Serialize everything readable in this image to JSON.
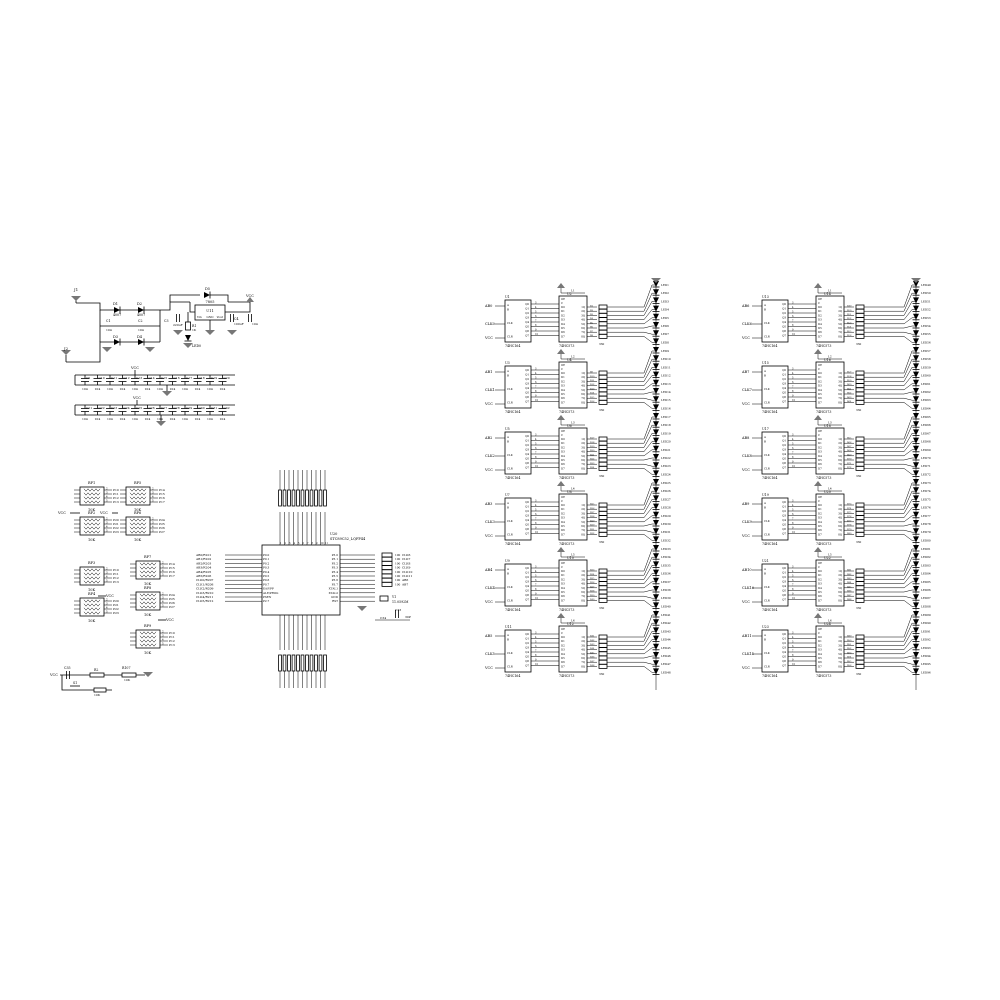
{
  "power": {
    "connectors": [
      "J1",
      "J2"
    ],
    "diodes": [
      "D1",
      "D2",
      "D3",
      "D4",
      "D5"
    ],
    "part_4007": "4007",
    "regulator": {
      "ref": "U11",
      "part": "7805"
    },
    "reg_pins": [
      "Vin",
      "GND",
      "Vout"
    ],
    "caps": [
      "C1",
      "C2",
      "C3",
      "C4",
      "C5",
      "C6",
      "C7",
      "C8"
    ],
    "cap_values": [
      "100uF",
      "104",
      "220uF",
      "104"
    ],
    "resistor": {
      "ref": "R1",
      "value": "1K"
    },
    "led": "LED0",
    "vcc": "VCC"
  },
  "decoupling": {
    "row1": [
      "C9",
      "C10",
      "C11",
      "C12",
      "C13",
      "C14",
      "C15",
      "C16",
      "C17",
      "C18",
      "C19",
      "C20"
    ],
    "row2": [
      "C21",
      "C22",
      "C23",
      "C24",
      "C25",
      "C26",
      "C27",
      "C28",
      "C29",
      "C30",
      "C31",
      "C32"
    ],
    "value": "104",
    "vcc": "VCC"
  },
  "resnets": {
    "refs": [
      "RP1",
      "RP2",
      "RP3",
      "RP4",
      "RP5",
      "RP6",
      "RP7",
      "RP8",
      "RP9",
      "RP10"
    ],
    "value": "10K",
    "pins": [
      "1",
      "2",
      "3",
      "4",
      "5",
      "6",
      "7",
      "8",
      "9"
    ],
    "vcc": "VCC",
    "nets": [
      "P10",
      "P11",
      "P12",
      "P13",
      "P14",
      "P15",
      "P16",
      "P17",
      "P20",
      "P21",
      "P22",
      "P23",
      "P24",
      "P25",
      "P26",
      "P27"
    ]
  },
  "reset": {
    "cap": "C35",
    "res1": "R2",
    "res2": "R107",
    "value": "10K",
    "switch": "S1",
    "vcc": "VCC"
  },
  "mcu": {
    "ref": "U20",
    "part": "STC89C52_LQFP44",
    "left_pins": [
      "P0.0",
      "P0.1",
      "P0.2",
      "P0.3",
      "P0.4",
      "P0.5",
      "P0.6",
      "P0.7",
      "EA/VPP",
      "ALE/PROG",
      "PSEN",
      "P2.7"
    ],
    "right_pins": [
      "P3.0",
      "P3.1",
      "P3.2",
      "P3.3",
      "P3.4",
      "P3.5",
      "P3.6",
      "P3.7",
      "XTAL1",
      "XTAL2",
      "GND",
      "RST"
    ],
    "left_nets": [
      "AB0/R201",
      "AB1/R202",
      "AB2/R203",
      "AB3/R204",
      "AB4/R205",
      "AB5/R206",
      "CLK0/R207",
      "CLK1/R208",
      "CLK2/R209",
      "CLK3/R210",
      "CLK4/R211",
      "CLK5/R212"
    ],
    "right_nets": [
      "CLK6",
      "CLK7",
      "CLK8",
      "CLK9",
      "CLK10",
      "CLK11",
      "AB6",
      "AB7"
    ],
    "crystal": {
      "ref": "Y1",
      "freq": "11.0592M"
    },
    "xtal_caps": [
      "C33",
      "C34"
    ],
    "xtal_cap_value": "30P",
    "series_res": "100"
  },
  "drivers": {
    "left_column": [
      {
        "ab": "AB0",
        "clk": "CLK0",
        "ic": "U1",
        "latch": "U2",
        "leds_from": 1
      },
      {
        "ab": "AB1",
        "clk": "CLK1",
        "ic": "U3",
        "latch": "U4",
        "leds_from": 9
      },
      {
        "ab": "AB2",
        "clk": "CLK2",
        "ic": "U5",
        "latch": "U6",
        "leds_from": 17
      },
      {
        "ab": "AB3",
        "clk": "CLK3",
        "ic": "U7",
        "latch": "U8",
        "leds_from": 25
      },
      {
        "ab": "AB4",
        "clk": "CLK4",
        "ic": "U9",
        "latch": "U10",
        "leds_from": 33
      },
      {
        "ab": "AB5",
        "clk": "CLK5",
        "ic": "U11",
        "latch": "U12",
        "leds_from": 41
      }
    ],
    "right_column": [
      {
        "ab": "AB6",
        "clk": "CLK6",
        "ic": "U13",
        "latch": "U14",
        "leds_from": 49
      },
      {
        "ab": "AB7",
        "clk": "CLK7",
        "ic": "U15",
        "latch": "U16",
        "leds_from": 57
      },
      {
        "ab": "AB8",
        "clk": "CLK8",
        "ic": "U17",
        "latch": "U18",
        "leds_from": 65
      },
      {
        "ab": "AB9",
        "clk": "CLK9",
        "ic": "U19",
        "latch": "U20",
        "leds_from": 73
      },
      {
        "ab": "AB10",
        "clk": "CLK10",
        "ic": "U21",
        "latch": "U22",
        "leds_from": 81
      },
      {
        "ab": "AB11",
        "clk": "CLK11",
        "ic": "U23",
        "latch": "U24",
        "leds_from": 89
      }
    ],
    "shift_part": "74HC164",
    "latch_part": "74HC573",
    "shift_pins_left": [
      "A",
      "B",
      "",
      "",
      "CLK",
      "",
      "",
      "CLR"
    ],
    "shift_pins_right": [
      "Q0",
      "Q1",
      "Q2",
      "Q3",
      "Q4",
      "Q5",
      "Q6",
      "Q7"
    ],
    "latch_pins_left": [
      "D0",
      "D1",
      "D2",
      "D3",
      "D4",
      "D5",
      "D6",
      "D7"
    ],
    "latch_pins_right": [
      "1Q",
      "2Q",
      "3Q",
      "4Q",
      "5Q",
      "6Q",
      "7Q",
      "8Q"
    ],
    "latch_top": [
      "OE",
      "C"
    ],
    "res_value": "330",
    "vcc": "VCC",
    "led_prefix": "LED"
  }
}
